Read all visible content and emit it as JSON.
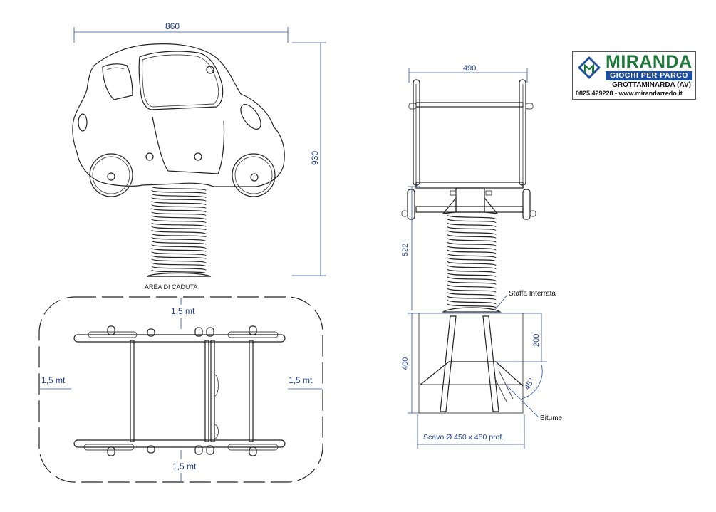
{
  "brand": {
    "name": "MIRANDA",
    "tagline": "GIOCHI PER PARCO",
    "city": "GROTTAMINARDA (AV)",
    "contact": "0825.429228 - www.mirandarredo.it",
    "colors": {
      "green": "#1e7a3a",
      "blue": "#1f4fa0"
    }
  },
  "front_view": {
    "width_dim": "860",
    "height_dim": "930"
  },
  "fall_area": {
    "title": "AREA DI CADUTA",
    "top": "1,5 mt",
    "left": "1,5 mt",
    "right": "1,5 mt",
    "bottom": "1,5 mt"
  },
  "side_view": {
    "width_dim": "490",
    "spring_dim": "522",
    "foundation_dim": "400",
    "depth_dim": "200",
    "angle": "45°",
    "bracket_label": "Staffa Interrata",
    "bitumen_label": "Bitume",
    "excavation_label": "Scavo Ø 450 x 450 prof."
  },
  "colors": {
    "ink": "#222222",
    "dimension": "#1f3f8f"
  }
}
